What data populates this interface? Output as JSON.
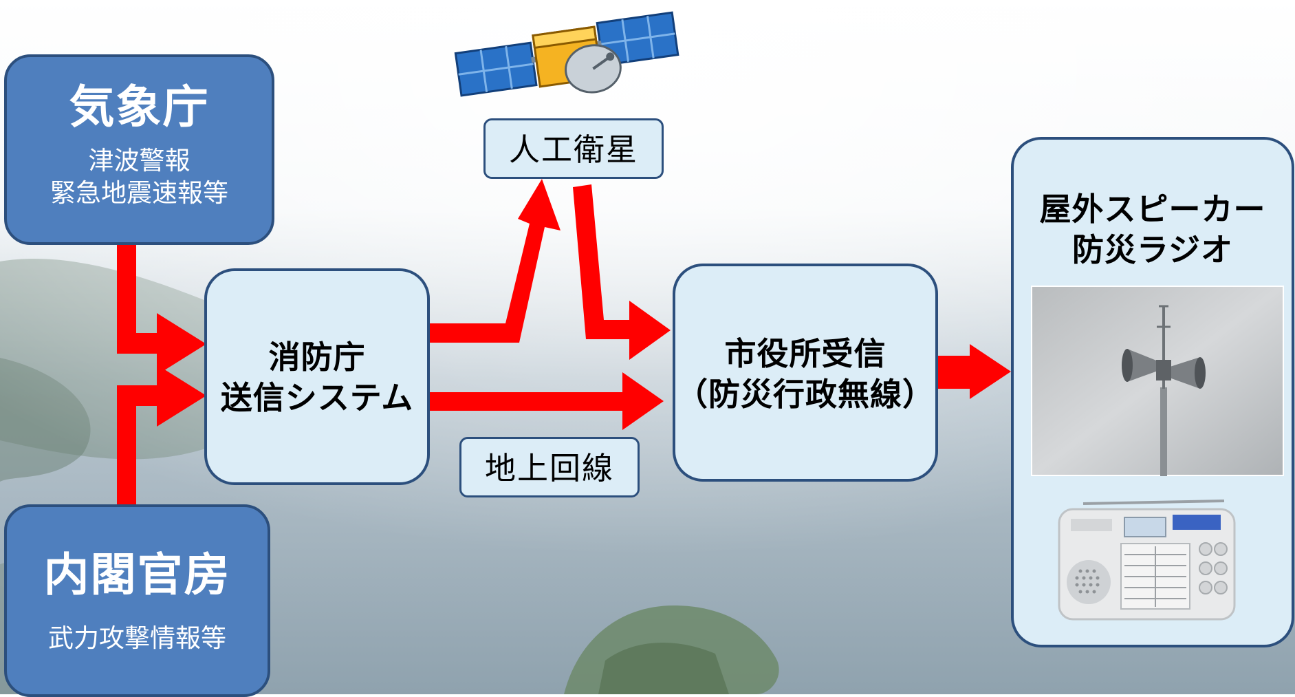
{
  "nodes": {
    "jma": {
      "title": "気象庁",
      "line1": "津波警報",
      "line2": "緊急地震速報等"
    },
    "cabinet": {
      "title": "内閣官房",
      "line1": "武力攻撃情報等"
    },
    "fdma": {
      "line1": "消防庁",
      "line2": "送信システム"
    },
    "satellite": {
      "label": "人工衛星"
    },
    "ground": {
      "label": "地上回線"
    },
    "cityhall": {
      "line1": "市役所受信",
      "line2": "（防災行政無線）"
    },
    "outputs": {
      "line1": "屋外スピーカー",
      "line2": "防災ラジオ"
    }
  },
  "colors": {
    "arrow": "#ff0000",
    "dark_box": "#4f7fbe",
    "light_box": "#dcedf7",
    "border": "#2c4f7d"
  },
  "icons": [
    "satellite-icon",
    "outdoor-speaker-photo",
    "disaster-radio-photo"
  ]
}
